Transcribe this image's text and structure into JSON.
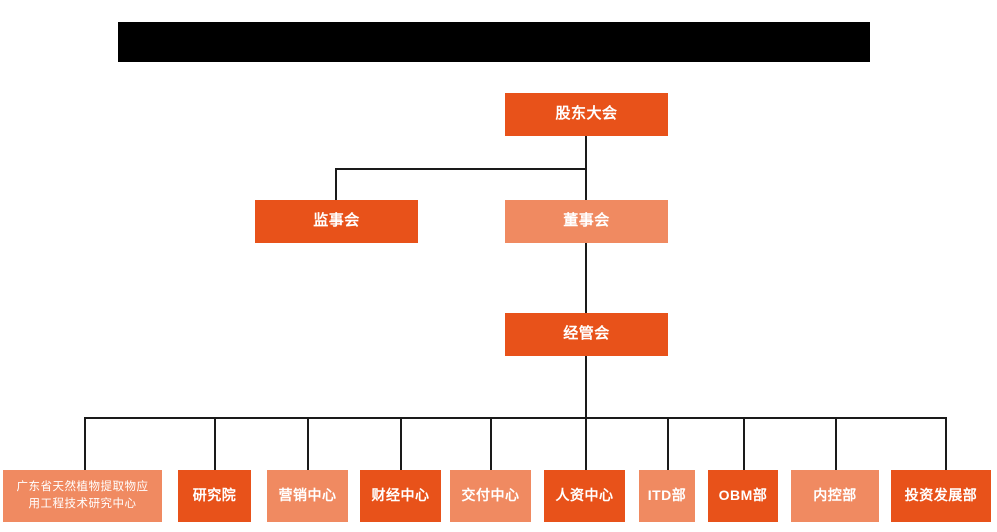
{
  "diagram": {
    "title_bar": {
      "name": "redacted-title-bar",
      "text": ""
    },
    "colors": {
      "dark_orange": "#E8521A",
      "light_orange": "#F08A61",
      "connector": "#1a1a1a",
      "background": "#ffffff",
      "text": "#ffffff",
      "redaction": "#000000"
    },
    "levels": [
      {
        "level": 1,
        "nodes": [
          {
            "id": "shareholders-meeting",
            "label": "股东大会",
            "tone": "dark"
          }
        ]
      },
      {
        "level": 2,
        "nodes": [
          {
            "id": "board-of-supervisors",
            "label": "监事会",
            "tone": "dark"
          },
          {
            "id": "board-of-directors",
            "label": "董事会",
            "tone": "light"
          }
        ]
      },
      {
        "level": 3,
        "nodes": [
          {
            "id": "management-committee",
            "label": "经管会",
            "tone": "dark"
          }
        ]
      },
      {
        "level": 4,
        "nodes": [
          {
            "id": "guangdong-research-center",
            "label": "广东省天然植物提取物应\n用工程技术研究中心",
            "tone": "light"
          },
          {
            "id": "research-institute",
            "label": "研究院",
            "tone": "dark"
          },
          {
            "id": "marketing-center",
            "label": "营销中心",
            "tone": "light"
          },
          {
            "id": "finance-center",
            "label": "财经中心",
            "tone": "dark"
          },
          {
            "id": "delivery-center",
            "label": "交付中心",
            "tone": "light"
          },
          {
            "id": "hr-center",
            "label": "人资中心",
            "tone": "dark"
          },
          {
            "id": "itd-department",
            "label": "ITD部",
            "tone": "light"
          },
          {
            "id": "obm-department",
            "label": "OBM部",
            "tone": "dark"
          },
          {
            "id": "internal-control-department",
            "label": "内控部",
            "tone": "light"
          },
          {
            "id": "investment-development-department",
            "label": "投资发展部",
            "tone": "dark"
          }
        ]
      }
    ]
  }
}
